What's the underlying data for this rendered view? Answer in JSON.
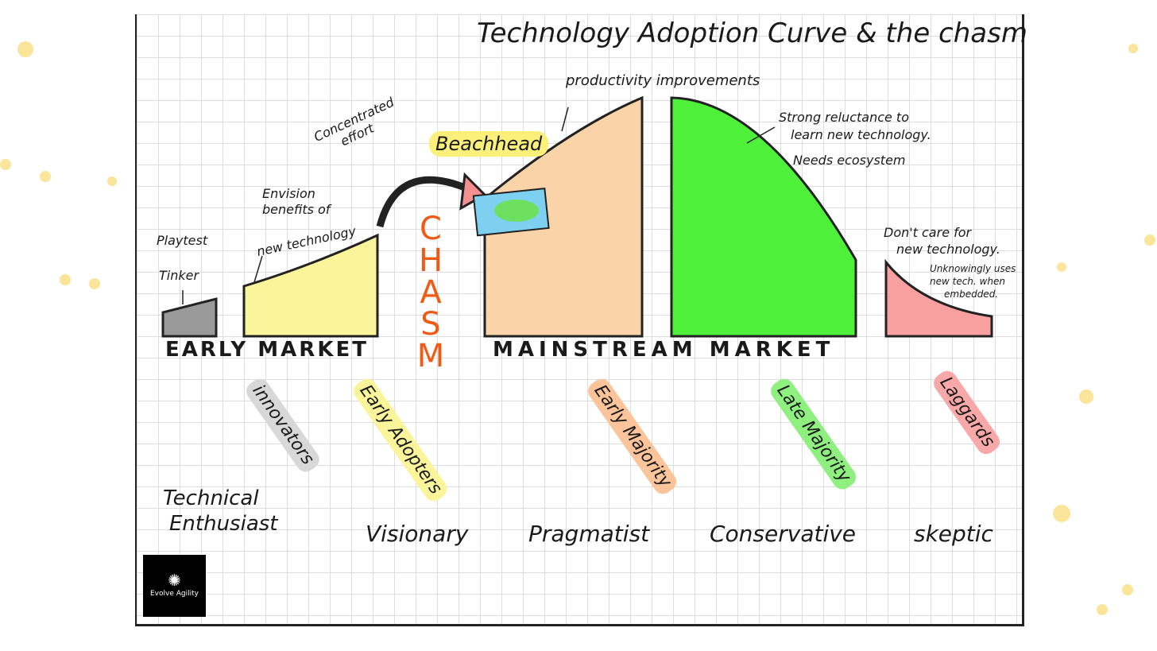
{
  "title": "Technology Adoption Curve & the chasm",
  "colors": {
    "innovators": "#9a9a9a",
    "early_adopters": "#faf59a",
    "early_majority": "#fbd3a8",
    "late_majority": "#4ef03a",
    "laggards": "#f8a0a0",
    "chasm": "#f05a14",
    "decor_dots": "#fbe59a"
  },
  "annotations": {
    "playtest": "Playtest",
    "tinker": "Tinker",
    "envision": [
      "Envision",
      "benefits of",
      "new technology"
    ],
    "concentrated": [
      "Concentrated",
      "effort"
    ],
    "beachhead": "Beachhead",
    "productivity": "productivity improvements",
    "reluctance": [
      "Strong reluctance to",
      "learn new technology."
    ],
    "ecosystem": "Needs ecosystem",
    "dont_care": [
      "Don't care for",
      "new technology."
    ],
    "unknowingly": [
      "Unknowingly uses",
      "new tech. when",
      "embedded."
    ]
  },
  "markets": {
    "early": "EARLY MARKET",
    "mainstream": "MAINSTREAM MARKET"
  },
  "chasm": [
    "C",
    "H",
    "A",
    "S",
    "M"
  ],
  "segments": [
    "innovators",
    "Early Adopters",
    "Early Majority",
    "Late Majority",
    "Laggards"
  ],
  "personas": [
    [
      "Technical",
      "Enthusiast"
    ],
    "Visionary",
    "Pragmatist",
    "Conservative",
    "skeptic"
  ],
  "logo": {
    "text": "Evolve Agility",
    "icon": "star-network-icon"
  }
}
